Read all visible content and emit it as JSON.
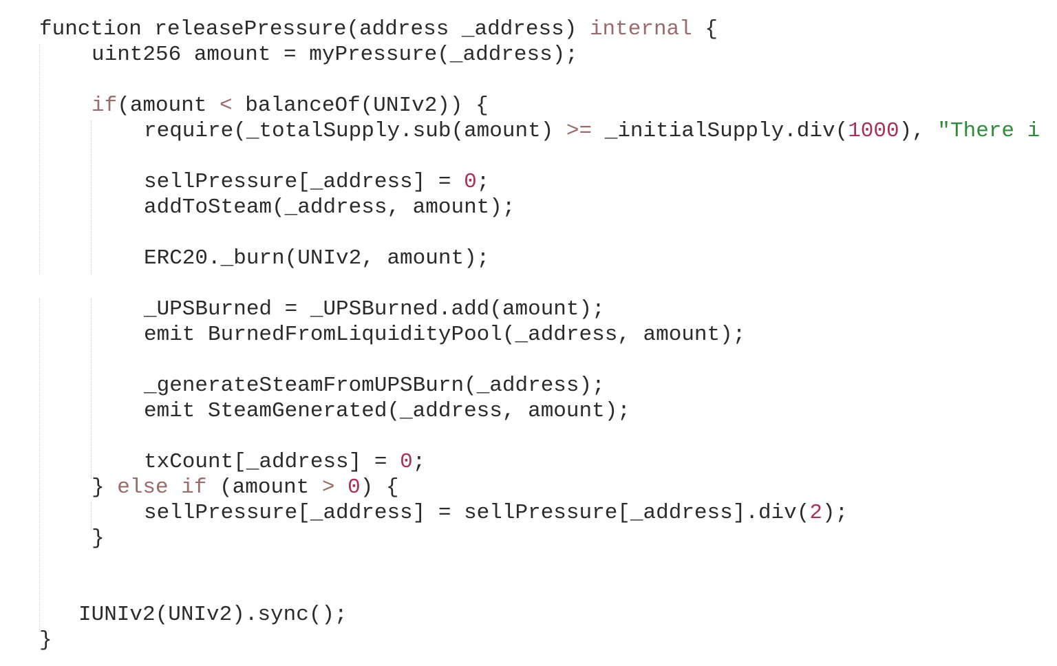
{
  "code": {
    "lines": [
      [
        {
          "t": "function releasePressure(address _address) "
        },
        {
          "t": "internal",
          "c": "kw"
        },
        {
          "t": " {"
        }
      ],
      [
        {
          "t": "uint256 amount = myPressure(_address);"
        }
      ],
      [],
      [
        {
          "t": "if",
          "c": "kw"
        },
        {
          "t": "(amount "
        },
        {
          "t": "<",
          "c": "kw"
        },
        {
          "t": " balanceOf(UNIv2)) {"
        }
      ],
      [
        {
          "t": "require(_totalSupply.sub(amount) "
        },
        {
          "t": ">=",
          "c": "kw"
        },
        {
          "t": " _initialSupply.div("
        },
        {
          "t": "1000",
          "c": "num"
        },
        {
          "t": "), "
        },
        {
          "t": "\"There i",
          "c": "str"
        }
      ],
      [],
      [
        {
          "t": "sellPressure[_address] = "
        },
        {
          "t": "0",
          "c": "num"
        },
        {
          "t": ";"
        }
      ],
      [
        {
          "t": "addToSteam(_address, amount);"
        }
      ],
      [],
      [
        {
          "t": "ERC20._burn(UNIv2, amount);"
        }
      ],
      [],
      [
        {
          "t": "_UPSBurned = _UPSBurned.add(amount);"
        }
      ],
      [
        {
          "t": "emit BurnedFromLiquidityPool(_address, amount);"
        }
      ],
      [],
      [
        {
          "t": "_generateSteamFromUPSBurn(_address);"
        }
      ],
      [
        {
          "t": "emit SteamGenerated(_address, amount);"
        }
      ],
      [],
      [
        {
          "t": "txCount[_address] = "
        },
        {
          "t": "0",
          "c": "num"
        },
        {
          "t": ";"
        }
      ],
      [
        {
          "t": "} "
        },
        {
          "t": "else if",
          "c": "kw"
        },
        {
          "t": " (amount "
        },
        {
          "t": ">",
          "c": "kw"
        },
        {
          "t": " "
        },
        {
          "t": "0",
          "c": "num"
        },
        {
          "t": ") {"
        }
      ],
      [
        {
          "t": "sellPressure[_address] = sellPressure[_address].div("
        },
        {
          "t": "2",
          "c": "num"
        },
        {
          "t": ");"
        }
      ],
      [
        {
          "t": "}"
        }
      ],
      [],
      [],
      [
        {
          "t": "IUNIv2(UNIv2).sync();"
        }
      ],
      [
        {
          "t": "}"
        }
      ]
    ]
  }
}
